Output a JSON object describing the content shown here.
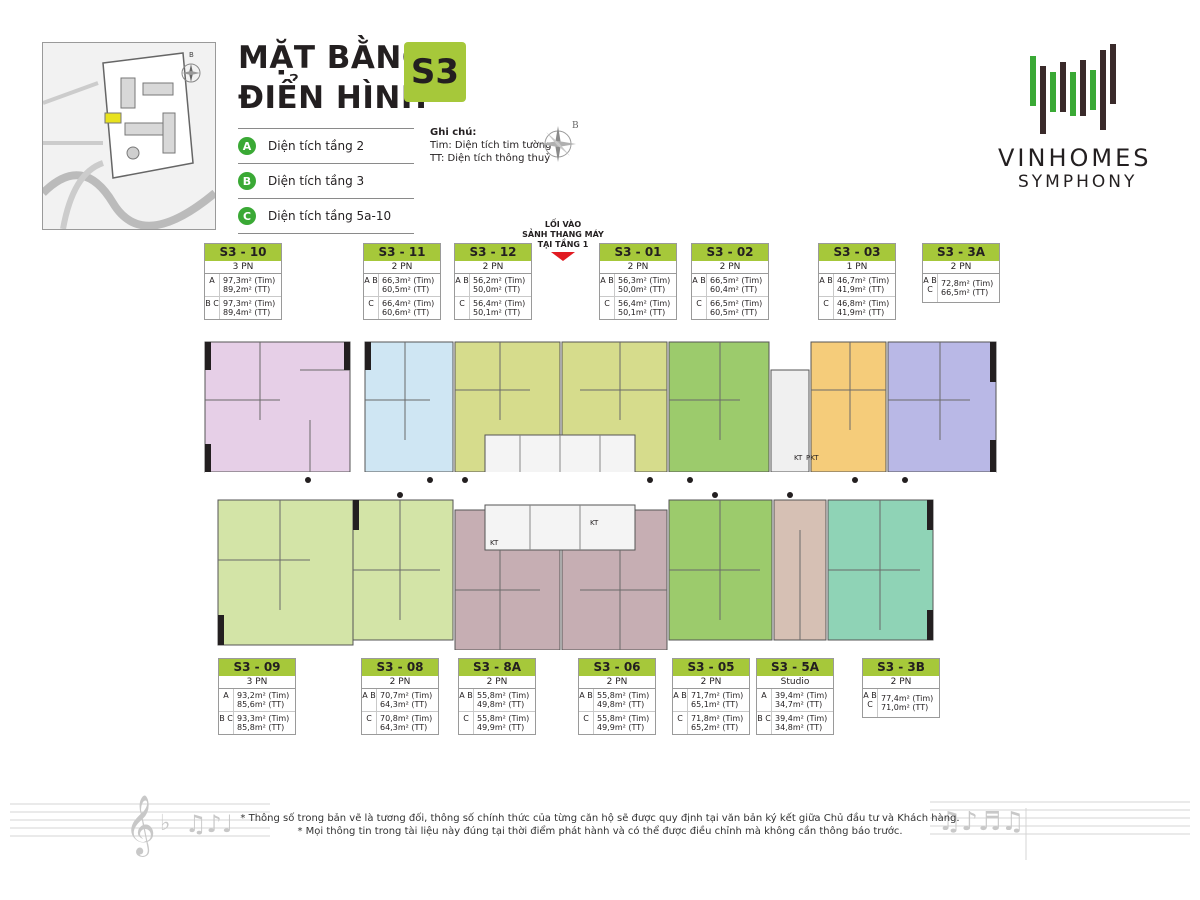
{
  "title": {
    "line1": "MẶT BẰNG",
    "line2": "ĐIỂN HÌNH",
    "badge": "S3"
  },
  "legend": [
    {
      "letter": "A",
      "label": "Diện tích tầng 2"
    },
    {
      "letter": "B",
      "label": "Diện tích tầng 3"
    },
    {
      "letter": "C",
      "label": "Diện tích tầng 5a-10"
    }
  ],
  "notes": {
    "title": "Ghi chú:",
    "line1": "Tim: Diện tích tim tường",
    "line2": "TT: Diện tích thông thuỷ"
  },
  "compass_label": "B",
  "site_map_compass_label": "B",
  "brand": {
    "name": "VINHOMES",
    "sub": "SYMPHONY"
  },
  "entrance": {
    "line1": "LỐI VÀO",
    "line2": "SẢNH THANG MÁY",
    "line3": "TẠI TẦNG 1"
  },
  "core_labels": {
    "kt": "KT",
    "pkt": "PKT"
  },
  "colors": {
    "accent": "#a6c83a",
    "legend_circle": "#3aa935",
    "entrance_arrow": "#e11b22"
  },
  "units_top": [
    {
      "id": "S3 - 10",
      "type": "3 PN",
      "rows": [
        {
          "lbl": "A",
          "v1": "97,3m² (Tim)",
          "v2": "89,2m² (TT)"
        },
        {
          "lbl": "B C",
          "v1": "97,3m² (Tim)",
          "v2": "89,4m² (TT)"
        }
      ]
    },
    {
      "id": "S3 - 11",
      "type": "2 PN",
      "rows": [
        {
          "lbl": "A B",
          "v1": "66,3m² (Tim)",
          "v2": "60,5m² (TT)"
        },
        {
          "lbl": "C",
          "v1": "66,4m² (Tim)",
          "v2": "60,6m² (TT)"
        }
      ]
    },
    {
      "id": "S3 - 12",
      "type": "2 PN",
      "rows": [
        {
          "lbl": "A B",
          "v1": "56,2m² (Tim)",
          "v2": "50,0m² (TT)"
        },
        {
          "lbl": "C",
          "v1": "56,4m² (Tim)",
          "v2": "50,1m² (TT)"
        }
      ]
    },
    {
      "id": "S3 - 01",
      "type": "2 PN",
      "rows": [
        {
          "lbl": "A B",
          "v1": "56,3m² (Tim)",
          "v2": "50,0m² (TT)"
        },
        {
          "lbl": "C",
          "v1": "56,4m² (Tim)",
          "v2": "50,1m² (TT)"
        }
      ]
    },
    {
      "id": "S3 - 02",
      "type": "2 PN",
      "rows": [
        {
          "lbl": "A B",
          "v1": "66,5m² (Tim)",
          "v2": "60,4m² (TT)"
        },
        {
          "lbl": "C",
          "v1": "66,5m² (Tim)",
          "v2": "60,5m² (TT)"
        }
      ]
    },
    {
      "id": "S3 - 03",
      "type": "1 PN",
      "rows": [
        {
          "lbl": "A B",
          "v1": "46,7m² (Tim)",
          "v2": "41,9m² (TT)"
        },
        {
          "lbl": "C",
          "v1": "46,8m² (Tim)",
          "v2": "41,9m² (TT)"
        }
      ]
    },
    {
      "id": "S3 - 3A",
      "type": "2 PN",
      "rows": [
        {
          "lbl": "A B C",
          "v1": "72,8m² (Tim)",
          "v2": "66,5m² (TT)"
        }
      ]
    }
  ],
  "units_bottom": [
    {
      "id": "S3 - 09",
      "type": "3 PN",
      "rows": [
        {
          "lbl": "A",
          "v1": "93,2m² (Tim)",
          "v2": "85,6m² (TT)"
        },
        {
          "lbl": "B C",
          "v1": "93,3m² (Tim)",
          "v2": "85,8m² (TT)"
        }
      ]
    },
    {
      "id": "S3 - 08",
      "type": "2 PN",
      "rows": [
        {
          "lbl": "A B",
          "v1": "70,7m² (Tim)",
          "v2": "64,3m² (TT)"
        },
        {
          "lbl": "C",
          "v1": "70,8m² (Tim)",
          "v2": "64,3m² (TT)"
        }
      ]
    },
    {
      "id": "S3 - 8A",
      "type": "2 PN",
      "rows": [
        {
          "lbl": "A B",
          "v1": "55,8m² (Tim)",
          "v2": "49,8m² (TT)"
        },
        {
          "lbl": "C",
          "v1": "55,8m² (Tim)",
          "v2": "49,9m² (TT)"
        }
      ]
    },
    {
      "id": "S3 - 06",
      "type": "2 PN",
      "rows": [
        {
          "lbl": "A B",
          "v1": "55,8m² (Tim)",
          "v2": "49,8m² (TT)"
        },
        {
          "lbl": "C",
          "v1": "55,8m² (Tim)",
          "v2": "49,9m² (TT)"
        }
      ]
    },
    {
      "id": "S3 - 05",
      "type": "2 PN",
      "rows": [
        {
          "lbl": "A B",
          "v1": "71,7m² (Tim)",
          "v2": "65,1m² (TT)"
        },
        {
          "lbl": "C",
          "v1": "71,8m² (Tim)",
          "v2": "65,2m² (TT)"
        }
      ]
    },
    {
      "id": "S3 - 5A",
      "type": "Studio",
      "rows": [
        {
          "lbl": "A",
          "v1": "39,4m² (Tim)",
          "v2": "34,7m² (TT)"
        },
        {
          "lbl": "B C",
          "v1": "39,4m² (Tim)",
          "v2": "34,8m² (TT)"
        }
      ]
    },
    {
      "id": "S3 - 3B",
      "type": "2 PN",
      "rows": [
        {
          "lbl": "A B C",
          "v1": "77,4m² (Tim)",
          "v2": "71,0m² (TT)"
        }
      ]
    }
  ],
  "disclaimer": {
    "line1": "* Thông số trong bản vẽ là tương đối, thông số chính thức của từng căn hộ sẽ được quy định tại văn bản ký kết giữa Chủ đầu tư và Khách hàng.",
    "line2": "* Mọi thông tin trong tài liệu này đúng tại thời điểm phát hành và có thể được điều chỉnh mà không cần thông báo trước."
  }
}
